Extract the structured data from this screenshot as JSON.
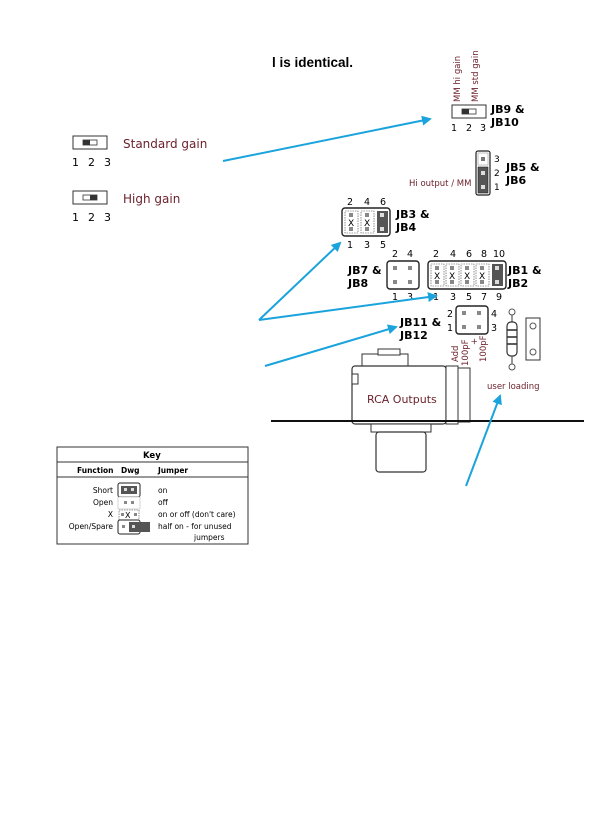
{
  "heading": "l is identical.",
  "colors": {
    "arrow": "#1aa3dc",
    "maroon": "#6b1f2a",
    "dark": "#444444"
  },
  "left_switches": {
    "standard": {
      "label": "Standard gain",
      "pins": [
        "1",
        "2",
        "3"
      ]
    },
    "high": {
      "label": "High gain",
      "pins": [
        "1",
        "2",
        "3"
      ]
    }
  },
  "jb9": {
    "name_line1": "JB9 &",
    "name_line2": "JB10",
    "label_hi": "MM hi gain",
    "label_std": "MM std gain",
    "pins": [
      "1",
      "2",
      "3"
    ]
  },
  "jb5": {
    "name_line1": "JB5 &",
    "name_line2": "JB6",
    "side_label": "Hi output / MM",
    "pins": [
      "3",
      "2",
      "1"
    ]
  },
  "jb3": {
    "name_line1": "JB3 &",
    "name_line2": "JB4",
    "top_pins": [
      "2",
      "4",
      "6"
    ],
    "bottom_pins": [
      "1",
      "3",
      "5"
    ]
  },
  "jb7": {
    "name_line1": "JB7 &",
    "name_line2": "JB8",
    "top_pins": [
      "2",
      "4"
    ],
    "bottom_pins": [
      "1",
      "3"
    ]
  },
  "jb1": {
    "name_line1": "JB1 &",
    "name_line2": "JB2",
    "top_pins": [
      "2",
      "4",
      "6",
      "8",
      "10"
    ],
    "bottom_pins": [
      "1",
      "3",
      "5",
      "7",
      "9"
    ]
  },
  "jb11": {
    "name_line1": "JB11 &",
    "name_line2": "JB12",
    "pins": [
      "2",
      "4",
      "1",
      "3"
    ],
    "add_label": "Add",
    "cap_label_1": "100pF",
    "cap_plus": "+",
    "cap_label_2": "100pF"
  },
  "rca": {
    "label": "RCA Outputs"
  },
  "user_loading": "user loading",
  "key": {
    "title": "Key",
    "headers": [
      "Function",
      "Dwg",
      "Jumper"
    ],
    "rows": [
      {
        "function": "Short",
        "description": "on",
        "line2": ""
      },
      {
        "function": "Open",
        "description": "off",
        "line2": ""
      },
      {
        "function": "X",
        "description": "on or off (don't care)",
        "line2": ""
      },
      {
        "function": "Open/Spare",
        "description": "half on - for unused",
        "line2": "jumpers"
      }
    ]
  }
}
